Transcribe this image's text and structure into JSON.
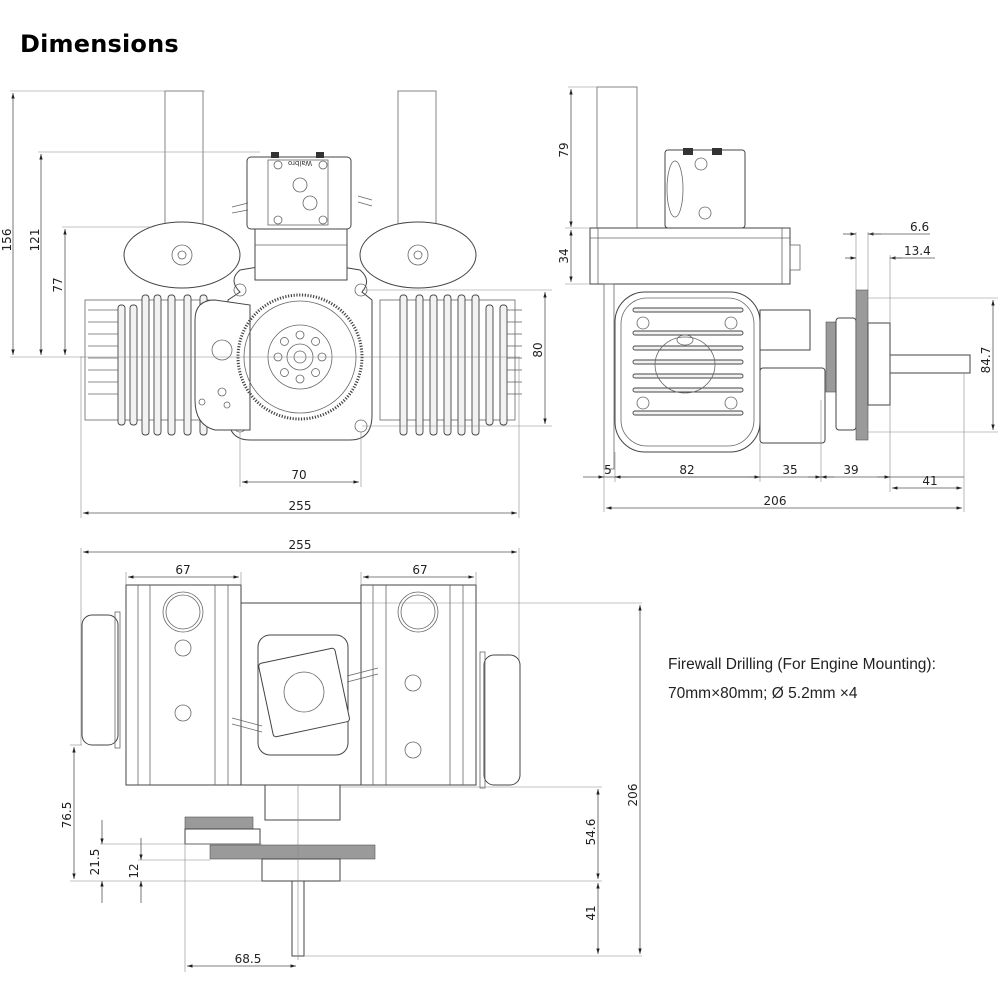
{
  "page": {
    "title": "Dimensions",
    "note": {
      "line1": "Firewall Drilling (For Engine Mounting):",
      "line2": "70mm×80mm; Ø 5.2mm ×4"
    }
  },
  "views": {
    "front": {
      "dimensions": {
        "overall_height": "156",
        "carb_height": "121",
        "muffler_height": "77",
        "mount_height": "80",
        "mount_width": "70",
        "overall_width": "255"
      },
      "carburetor_brand": "Walbro"
    },
    "side": {
      "dimensions": {
        "standoff_height": "79",
        "muffler_height": "34",
        "gear_width": "6.6",
        "hub_width": "13.4",
        "gear_diameter": "84.7",
        "firewall": "5",
        "body": "82",
        "crank_case": "35",
        "drive": "39",
        "shaft": "41",
        "overall_length": "206"
      }
    },
    "top": {
      "dimensions": {
        "overall_width": "255",
        "left_cylinder": "67",
        "right_cylinder": "67",
        "overall_length": "206",
        "offset_76_5": "76.5",
        "offset_21_5": "21.5",
        "offset_12": "12",
        "offset_54_6": "54.6",
        "shaft": "41",
        "shaft_offset": "68.5"
      }
    }
  }
}
